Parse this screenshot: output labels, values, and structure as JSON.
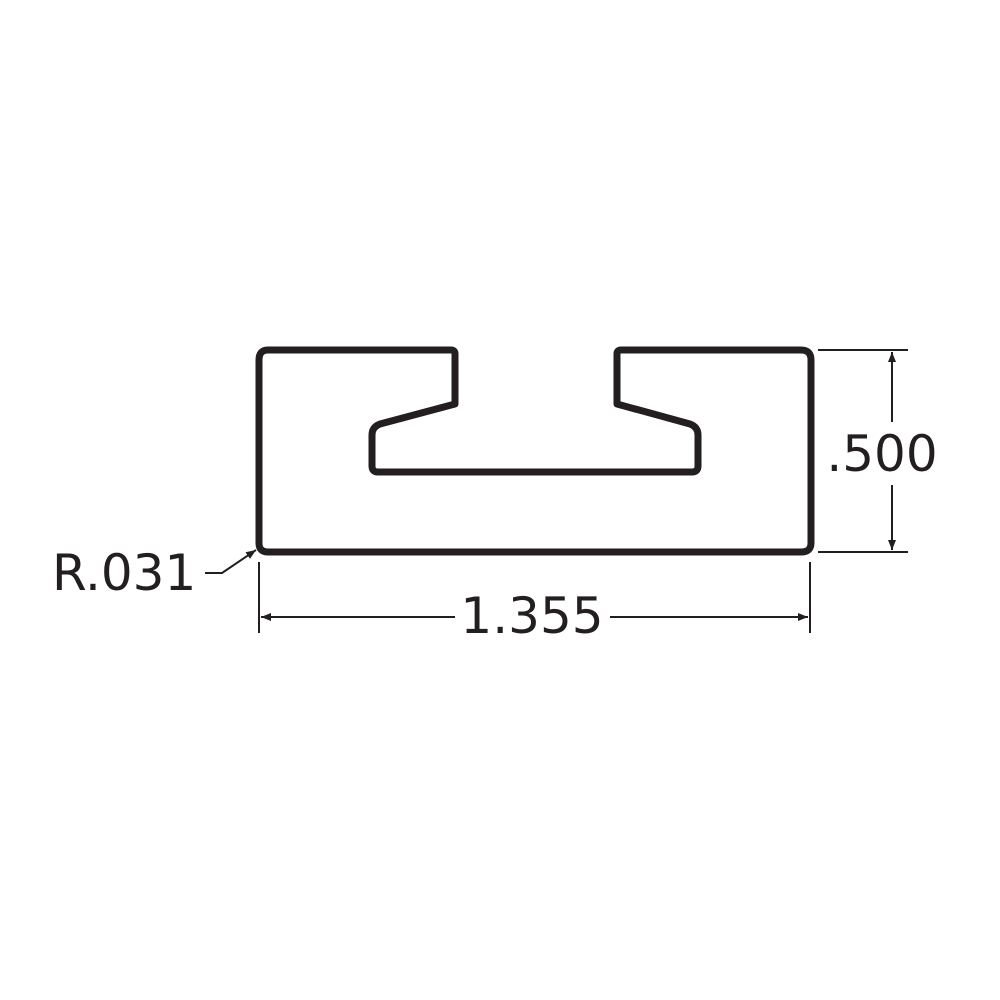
{
  "diagram": {
    "colors": {
      "stroke": "#231f20",
      "background": "#ffffff"
    },
    "dimensions": {
      "height": ".500",
      "width": "1.355",
      "corner_radius": "R.031"
    }
  }
}
